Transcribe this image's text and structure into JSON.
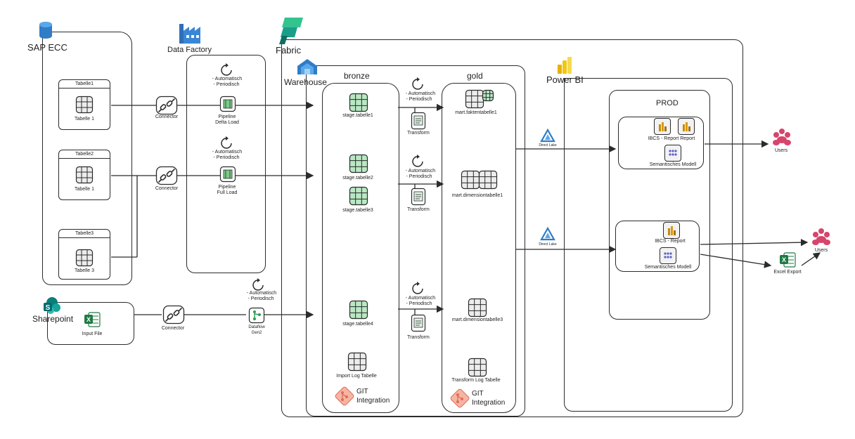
{
  "sources": {
    "sap": {
      "title": "SAP ECC",
      "tables": [
        {
          "header": "Tabelle1",
          "name": "Tabelle 1"
        },
        {
          "header": "Tabelle2",
          "name": "Tabelle 1"
        },
        {
          "header": "Tabelle3",
          "name": "Tabelle 3"
        }
      ]
    },
    "sharepoint": {
      "title": "Sharepoint",
      "file": "Input File"
    }
  },
  "data_factory": {
    "title": "Data Factory",
    "schedule": {
      "line1": "- Automatisch",
      "line2": "- Periodisch"
    },
    "pipelines": [
      {
        "line1": "Pipeline",
        "line2": "Delta Load"
      },
      {
        "line1": "Pipeline",
        "line2": "Full Load"
      }
    ],
    "dataflow": {
      "line1": "Dataflow",
      "line2": "Gen2"
    }
  },
  "connector_label": "Connector",
  "fabric": {
    "title": "Fabric",
    "warehouse": "Warehouse"
  },
  "bronze": {
    "title": "bronze",
    "tables": [
      "stage.tabelle1",
      "stage.tabelle2",
      "stage.tabelle3",
      "stage.tabelle4"
    ],
    "log": "Import Log Tabelle",
    "git": {
      "line1": "GIT",
      "line2": "Integration"
    }
  },
  "transform": {
    "label": "Transform",
    "schedule1": "- Automatisch",
    "schedule2": "- Periodisch"
  },
  "gold": {
    "title": "gold",
    "tables": [
      "mart.faktentabelle1",
      "mart.dimensiontabelle1",
      "mart.dimensiontabelle3"
    ],
    "log": "Transform Log Tabelle",
    "git": {
      "line1": "GIT",
      "line2": "Integration"
    }
  },
  "direct_lake": "Direct Lake",
  "powerbi": {
    "title": "Power BI",
    "prod": "PROD",
    "ws1": {
      "report": "IBCS - Report Report",
      "model": "Semantisches Modell"
    },
    "ws2": {
      "report": "IBCS - Report",
      "model": "Semantisches Modell"
    }
  },
  "users": "Users",
  "excel_export": "Excel Export",
  "colors": {
    "green": "#b9e8c3",
    "gray": "#ececec",
    "pink": "#d6456c",
    "excel": "#1f7a43",
    "powerbi": "#f2c811",
    "fabric": "#1a9e8a"
  }
}
